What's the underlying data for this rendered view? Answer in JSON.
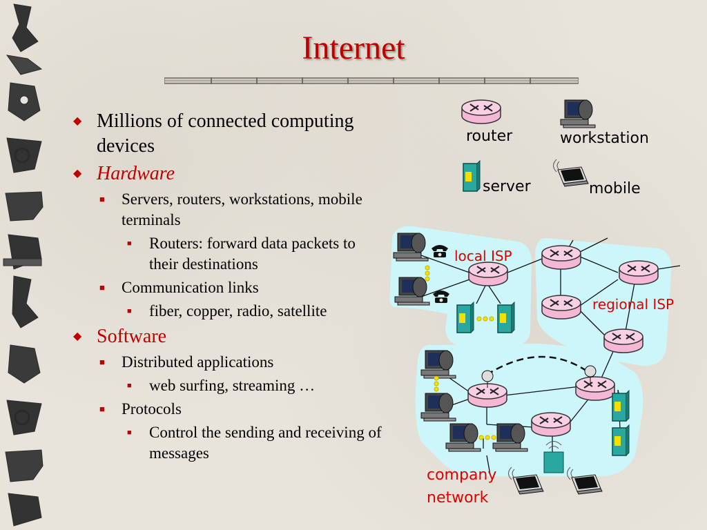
{
  "title": "Internet",
  "colors": {
    "title": "#c00000",
    "bullet_marker": "#c00000",
    "diagram_region": "#ccf6fa",
    "diagram_label": "#e00000"
  },
  "bullets": [
    {
      "level": 1,
      "text": "Millions of connected computing devices",
      "style": "normal"
    },
    {
      "level": 1,
      "text": "Hardware",
      "style": "red-italic"
    },
    {
      "level": 2,
      "text": "Servers, routers, workstations, mobile terminals"
    },
    {
      "level": 3,
      "text": "Routers: forward data packets to their destinations"
    },
    {
      "level": 2,
      "text": "Communication links"
    },
    {
      "level": 3,
      "text": "fiber, copper, radio, satellite"
    },
    {
      "level": 1,
      "text": "Software",
      "style": "red"
    },
    {
      "level": 2,
      "text": "Distributed applications"
    },
    {
      "level": 3,
      "text": "web surfing, streaming …"
    },
    {
      "level": 2,
      "text": "Protocols"
    },
    {
      "level": 3,
      "text": "Control the sending and receiving of messages"
    }
  ],
  "legend": {
    "router": "router",
    "workstation": "workstation",
    "server": "server",
    "mobile": "mobile"
  },
  "regions": {
    "local_isp": "local ISP",
    "regional_isp": "regional ISP",
    "company_network_line1": "company",
    "company_network_line2": "network"
  }
}
